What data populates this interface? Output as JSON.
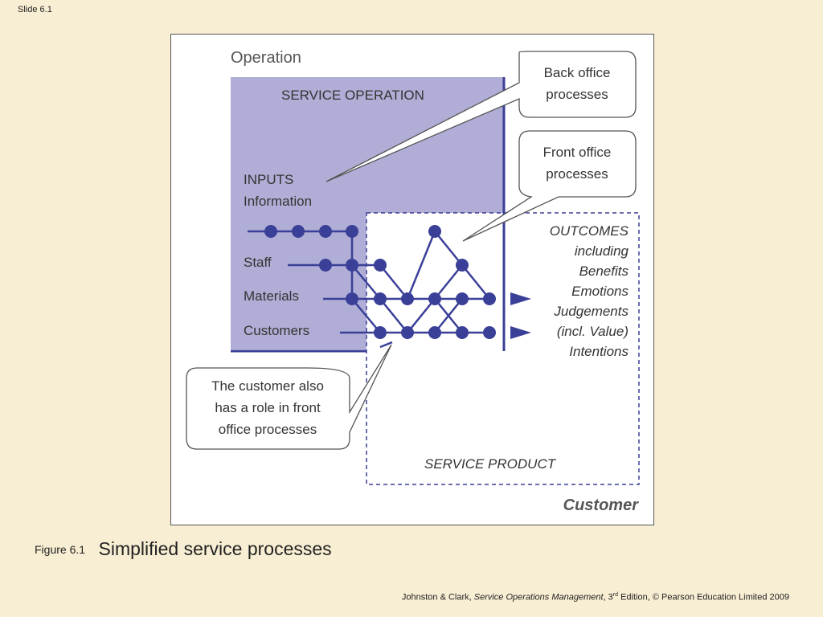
{
  "slide": {
    "label": "Slide 6.1"
  },
  "figure": {
    "operation_label": "Operation",
    "service_operation_label": "SERVICE OPERATION",
    "inputs_title": "INPUTS",
    "inputs_information": "Information",
    "input_staff": "Staff",
    "input_materials": "Materials",
    "input_customers": "Customers",
    "callout_back_office": [
      "Back office",
      "processes"
    ],
    "callout_front_office": [
      "Front office",
      "processes"
    ],
    "callout_customer_role": [
      "The customer also",
      "has a role in front",
      "office processes"
    ],
    "outcomes": [
      "OUTCOMES",
      "including",
      "Benefits",
      "Emotions",
      "Judgements",
      "(incl. Value)",
      "Intentions"
    ],
    "service_product_label": "SERVICE PRODUCT",
    "customer_label": "Customer",
    "colors": {
      "service_fill": "#b0aed6",
      "line": "#3a3f97",
      "callout_border": "#555555"
    }
  },
  "caption": {
    "number": "Figure 6.1",
    "title": "Simplified service processes"
  },
  "footer": {
    "authors": "Johnston & Clark, ",
    "book": "Service Operations Management",
    "edition_pre": ", 3",
    "edition_sup": "rd",
    "rest": " Edition, © Pearson Education Limited 2009"
  }
}
